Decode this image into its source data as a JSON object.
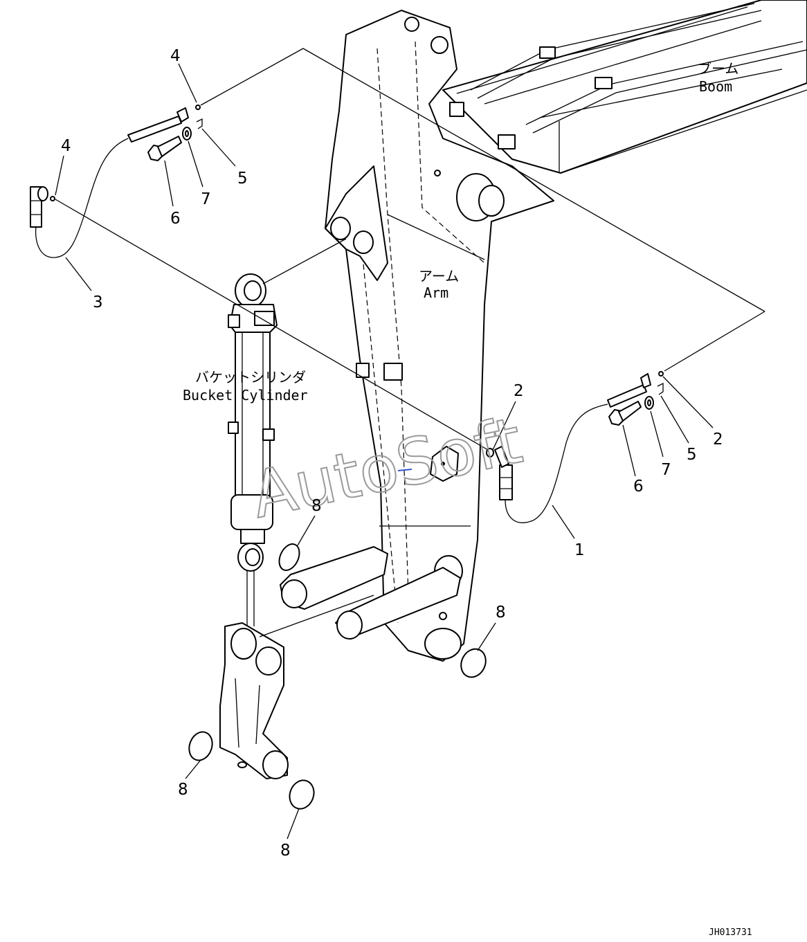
{
  "labels": {
    "boom_jp": "ブーム",
    "boom_en": "Boom",
    "arm_jp": "アーム",
    "arm_en": "Arm",
    "bucket_cyl_jp": "バケットシリンダ",
    "bucket_cyl_en": "Bucket Cylinder"
  },
  "watermark": "AutoSoft",
  "drawing_code": "JH013731",
  "callouts": [
    {
      "id": "callout-4-top",
      "text": "4"
    },
    {
      "id": "callout-4-left",
      "text": "4"
    },
    {
      "id": "callout-5-left",
      "text": "5"
    },
    {
      "id": "callout-6-left",
      "text": "6"
    },
    {
      "id": "callout-7-left",
      "text": "7"
    },
    {
      "id": "callout-3",
      "text": "3"
    },
    {
      "id": "callout-2-mid",
      "text": "2"
    },
    {
      "id": "callout-2-right",
      "text": "2"
    },
    {
      "id": "callout-5-right",
      "text": "5"
    },
    {
      "id": "callout-7-right",
      "text": "7"
    },
    {
      "id": "callout-6-right",
      "text": "6"
    },
    {
      "id": "callout-1",
      "text": "1"
    },
    {
      "id": "callout-8-mid",
      "text": "8"
    },
    {
      "id": "callout-8-right",
      "text": "8"
    },
    {
      "id": "callout-8-lower-left",
      "text": "8"
    },
    {
      "id": "callout-8-bottom",
      "text": "8"
    }
  ],
  "colors": {
    "line": "#000000",
    "background": "#ffffff",
    "watermark": "#9a9a9a",
    "accent_mark": "#3355cc"
  }
}
